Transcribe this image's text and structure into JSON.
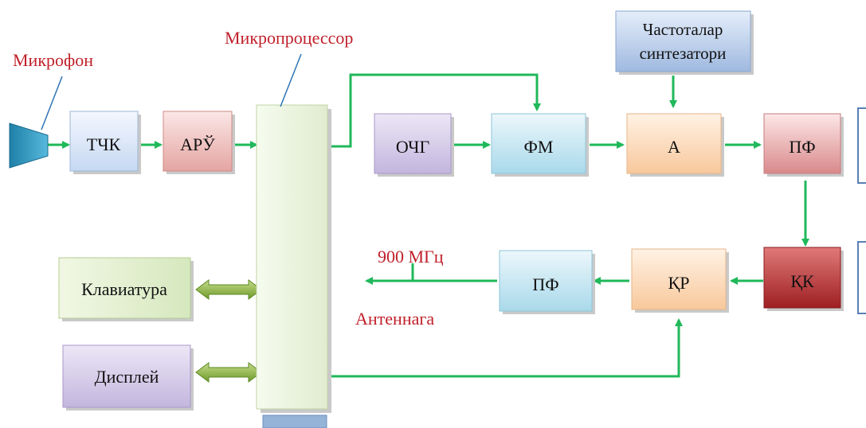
{
  "labels": {
    "microphone": "Микрофон",
    "microprocessor": "Микропроцессор",
    "frequency": "900 МГц",
    "antenna": "Антеннага"
  },
  "blocks": {
    "tchk": "ТЧК",
    "aru": "АРЎ",
    "ochg": "ОЧГ",
    "fm": "ФМ",
    "a": "А",
    "pf_top": "ПФ",
    "kk": "ҚК",
    "kr": "ҚР",
    "pf_bottom": "ПФ",
    "keyboard": "Клавиатура",
    "display": "Дисплей",
    "synth_line1": "Частоталар",
    "synth_line2": "синтезатори"
  },
  "colors": {
    "wire": "#20b85a",
    "label_red": "#c0202a"
  }
}
